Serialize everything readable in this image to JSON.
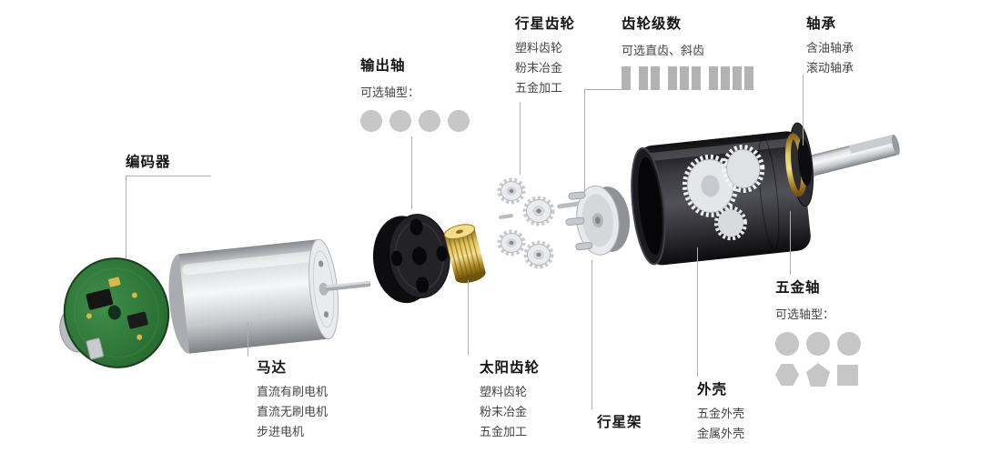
{
  "annotations": {
    "encoder": {
      "title": "编码器"
    },
    "output_shaft": {
      "title": "输出轴",
      "subtitle": "可选轴型："
    },
    "planet_gear": {
      "title": "行星齿轮",
      "lines": [
        "塑料齿轮",
        "粉末冶金",
        "五金加工"
      ]
    },
    "gear_stages": {
      "title": "齿轮级数",
      "subtitle": "可选直齿、斜齿"
    },
    "bearing": {
      "title": "轴承",
      "lines": [
        "含油轴承",
        "滚动轴承"
      ]
    },
    "motor": {
      "title": "马达",
      "lines": [
        "直流有刷电机",
        "直流无刷电机",
        "步进电机"
      ]
    },
    "sun_gear": {
      "title": "太阳齿轮",
      "lines": [
        "塑料齿轮",
        "粉末冶金",
        "五金加工"
      ]
    },
    "planet_carrier": {
      "title": "行星架"
    },
    "housing": {
      "title": "外壳",
      "lines": [
        "五金外壳",
        "金属外壳"
      ]
    },
    "metal_shaft": {
      "title": "五金轴",
      "subtitle": "可选轴型："
    }
  },
  "icons": {
    "output_shaft_types": [
      "circle",
      "circle",
      "circle",
      "circle"
    ],
    "gear_stage_counts": [
      1,
      2,
      3,
      4
    ],
    "metal_shaft_types_row1": [
      "circle",
      "circle",
      "circle"
    ],
    "metal_shaft_types_row2": [
      "hexagon",
      "pentagon",
      "square"
    ]
  },
  "colors": {
    "background": "#ffffff",
    "leader_line": "#aeaeae",
    "icon_gray": "#c6c6c6",
    "pcb_green": "#2a6e33",
    "brass_gold": "#e3c45e",
    "housing_black": "#1a1a1d"
  }
}
